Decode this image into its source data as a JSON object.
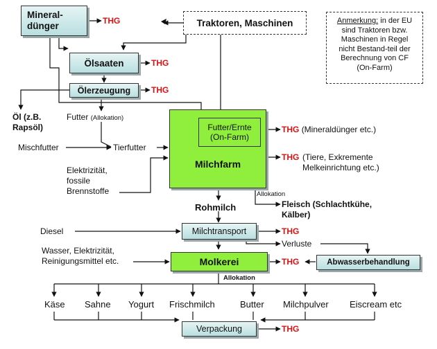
{
  "boxes": {
    "mineral": "Mineral-\ndünger",
    "traktoren": "Traktoren, Maschinen",
    "oelsaaten": "Ölsaaten",
    "oelerzeugung": "Ölerzeugung",
    "futter_ernte": "Futter/Ernte\n(On-Farm)",
    "milchfarm": "Milchfarm",
    "milchtransport": "Milchtransport",
    "molkerei": "Molkerei",
    "abwasser": "Abwasserbehandlung",
    "verpackung": "Verpackung"
  },
  "note": {
    "title": "Anmerkung:",
    "text": "in der EU sind Traktoren bzw. Maschinen in Regel nicht Bestand-teil der Berechnung von CF (On-Farm)"
  },
  "labels": {
    "thg": "THG",
    "oel": "Öl (z.B.\nRapsöl)",
    "futter": "Futter",
    "allokation_paren": "(Allokation)",
    "mischfutter": "Mischfutter",
    "tierfutter": "Tierfutter",
    "elektrizitaet": "Elektrizität,\nfossile\nBrennstoffe",
    "thg_mineral": "(Mineraldünger  etc.)",
    "thg_tiere": "(Tiere, Exkremente\nMelkeinrichtung etc.)",
    "allokation": "Allokation",
    "fleisch": "Fleisch (Schlachtkühe,\nKälber)",
    "rohmilch": "Rohmilch",
    "diesel": "Diesel",
    "verluste": "Verluste",
    "wasser": "Wasser, Elektrizität,\nReinigungsmittel etc.",
    "allokation2": "Allokation"
  },
  "products": [
    "Käse",
    "Sahne",
    "Yogurt",
    "Frischmilch",
    "Butter",
    "Milchpulver",
    "Eiscream etc"
  ]
}
